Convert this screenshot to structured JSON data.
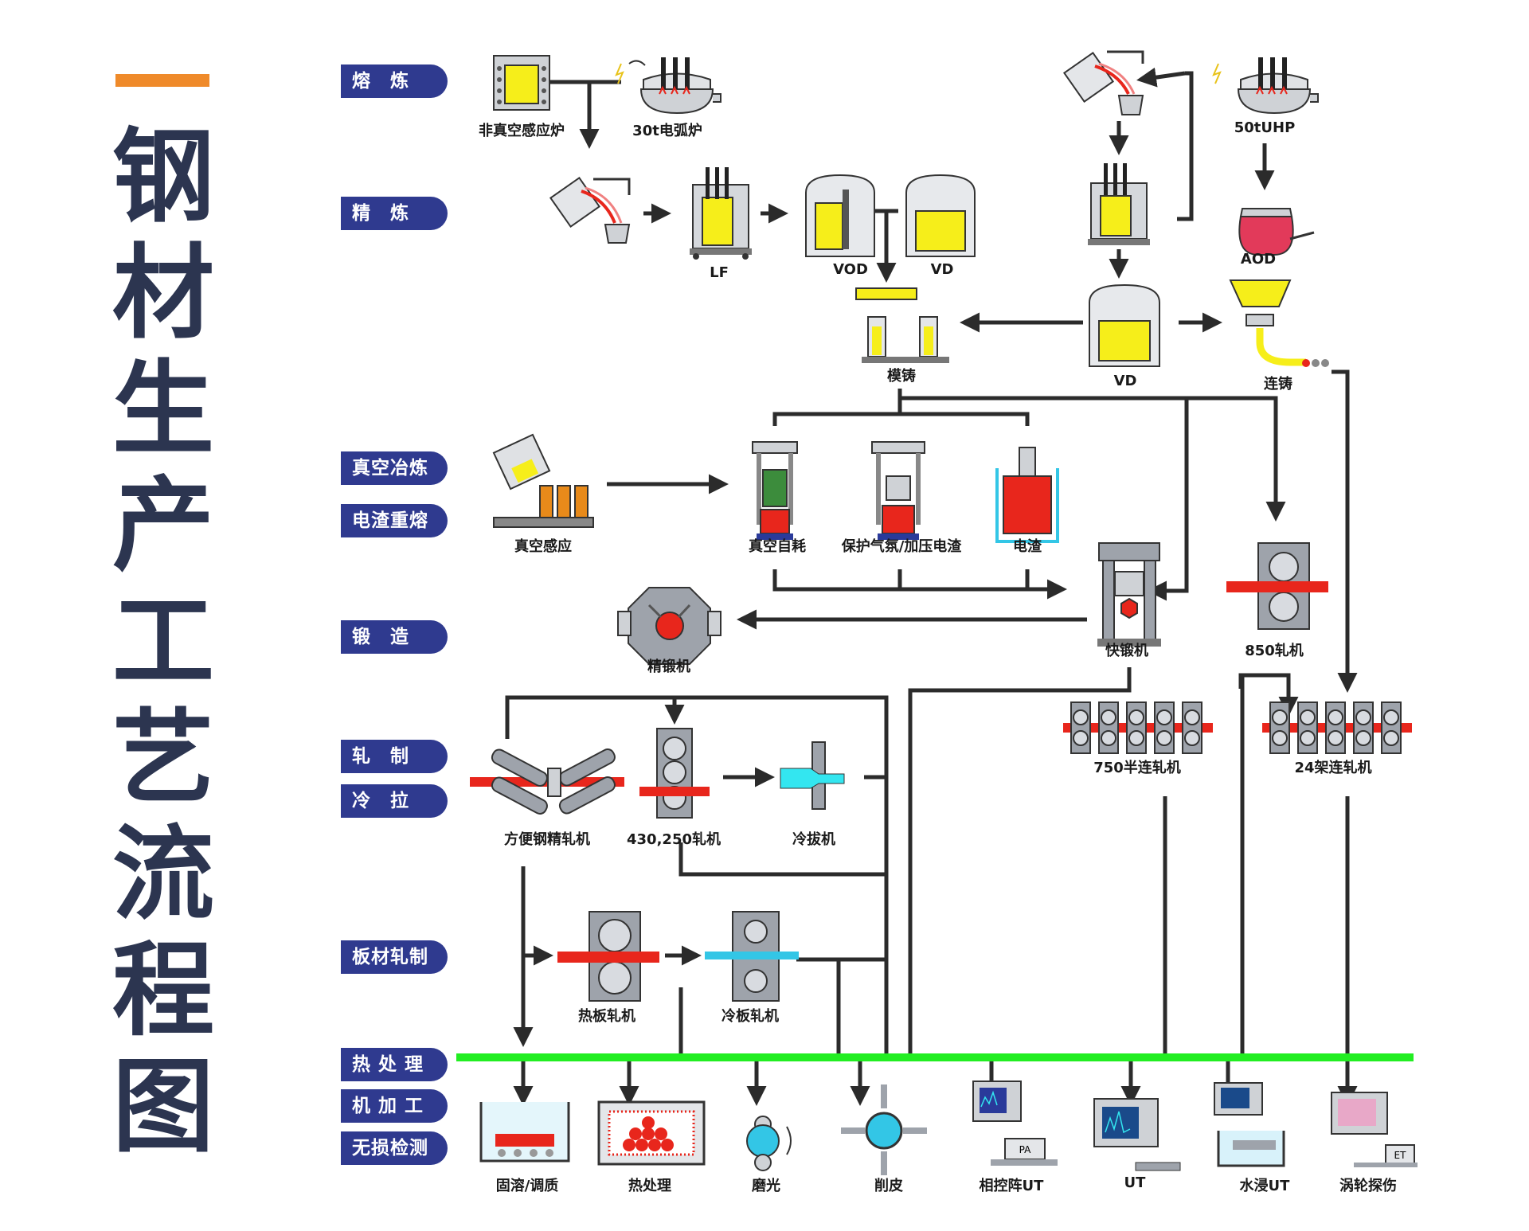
{
  "title": {
    "text": "钢材生产工艺流程图",
    "chars": [
      "钢",
      "材",
      "生",
      "产",
      "工",
      "艺",
      "流",
      "程",
      "图"
    ]
  },
  "colors": {
    "title": "#2c3550",
    "accent_bar": "#ef8a2a",
    "stage_bg": "#2f3a8f",
    "arrow": "#2b2b2b",
    "heat_line": "#22ee22",
    "steel_red": "#e8261c",
    "melt_yellow": "#f6ee1a",
    "water_cyan": "#33c6e6",
    "machine_gray": "#9ea3ab"
  },
  "stages": {
    "smelting": "熔　炼",
    "refining": "精　炼",
    "vacuum_smelting": "真空冶炼",
    "electroslag": "电渣重熔",
    "forging": "锻　造",
    "rolling": "轧　制",
    "cold_drawing": "冷　拉",
    "plate_rolling": "板材轧制",
    "heat_treatment": "热 处 理",
    "machining": "机 加 工",
    "ndt": "无损检测"
  },
  "equipment": {
    "non_vacuum_induction_furnace": "非真空感应炉",
    "eaf_30t": "30t电弧炉",
    "uhp_50t": "50tUHP",
    "aod": "AOD",
    "lf": "LF",
    "vod": "VOD",
    "vd_top": "VD",
    "vd_mid": "VD",
    "ingot_casting": "模铸",
    "continuous_casting": "连铸",
    "vacuum_induction": "真空感应",
    "vacuum_consumable": "真空自耗",
    "protective_esr": "保护气氛/加压电渣",
    "esr": "电渣",
    "fast_forging_press": "快锻机",
    "rolling_850": "850轧机",
    "precision_forging": "精锻机",
    "semi_continuous_750": "750半连轧机",
    "continuous_24": "24架连轧机",
    "fangbian_finishing_mill": "方便钢精轧机",
    "mill_430_250": "430,250轧机",
    "cold_drawing_machine": "冷拔机",
    "hot_plate_mill": "热板轧机",
    "cold_plate_mill": "冷板轧机",
    "solution_treatment": "固溶/调质",
    "heat_treatment": "热处理",
    "polishing": "磨光",
    "peeling": "削皮",
    "phased_array_ut": "相控阵UT",
    "ut": "UT",
    "immersion_ut": "水浸UT",
    "eddy_current": "涡轮探伤"
  },
  "icon_text": {
    "pa": "PA",
    "et": "ET"
  }
}
